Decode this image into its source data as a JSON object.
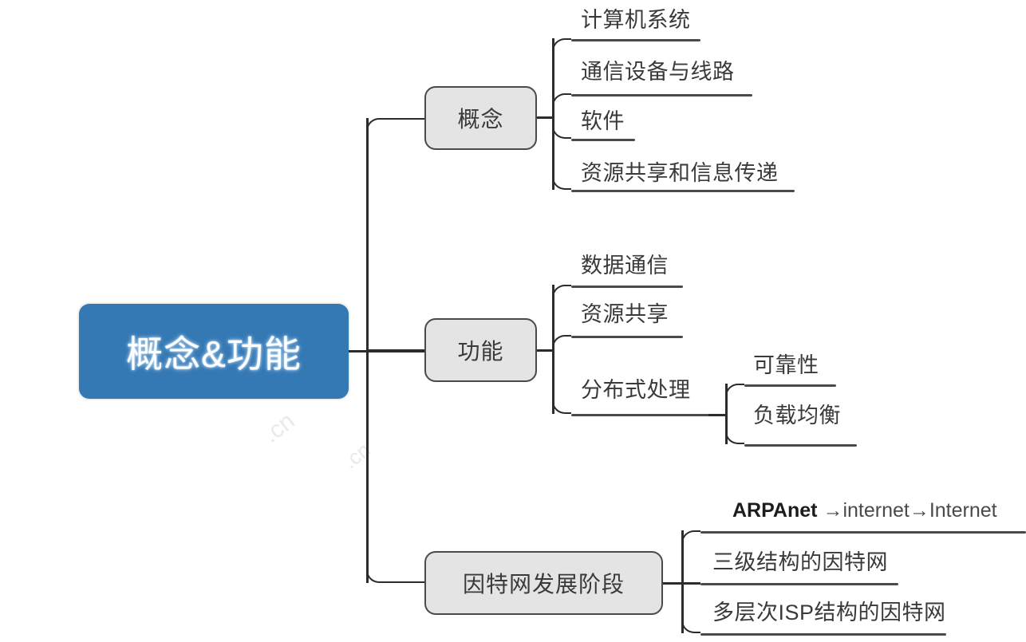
{
  "diagram": {
    "title": "概念&功能",
    "type": "mindmap",
    "colors": {
      "root_fill": "#3478b4",
      "root_text": "#ffffff",
      "branch_fill": "#e4e4e4",
      "branch_border": "#4a4a4a",
      "line": "#2c2c2c",
      "text": "#3a3a3a",
      "background": "#ffffff"
    },
    "watermark": ".cn",
    "root": {
      "label": "概念&功能"
    },
    "branches": [
      {
        "label": "概念",
        "leaves": [
          {
            "label": "计算机系统"
          },
          {
            "label": "通信设备与线路"
          },
          {
            "label": "软件"
          },
          {
            "label": "资源共享和信息传递"
          }
        ]
      },
      {
        "label": "功能",
        "leaves": [
          {
            "label": "数据通信"
          },
          {
            "label": "资源共享"
          },
          {
            "label": "分布式处理",
            "leaves": [
              {
                "label": "可靠性"
              },
              {
                "label": "负载均衡"
              }
            ]
          }
        ]
      },
      {
        "label": "因特网发展阶段",
        "leaves": [
          {
            "label": "ARPAnet →internet→Internet",
            "head": "ARPAnet ",
            "tail": "→internet→Internet"
          },
          {
            "label": "三级结构的因特网"
          },
          {
            "label": "多层次ISP结构的因特网"
          }
        ]
      }
    ]
  }
}
